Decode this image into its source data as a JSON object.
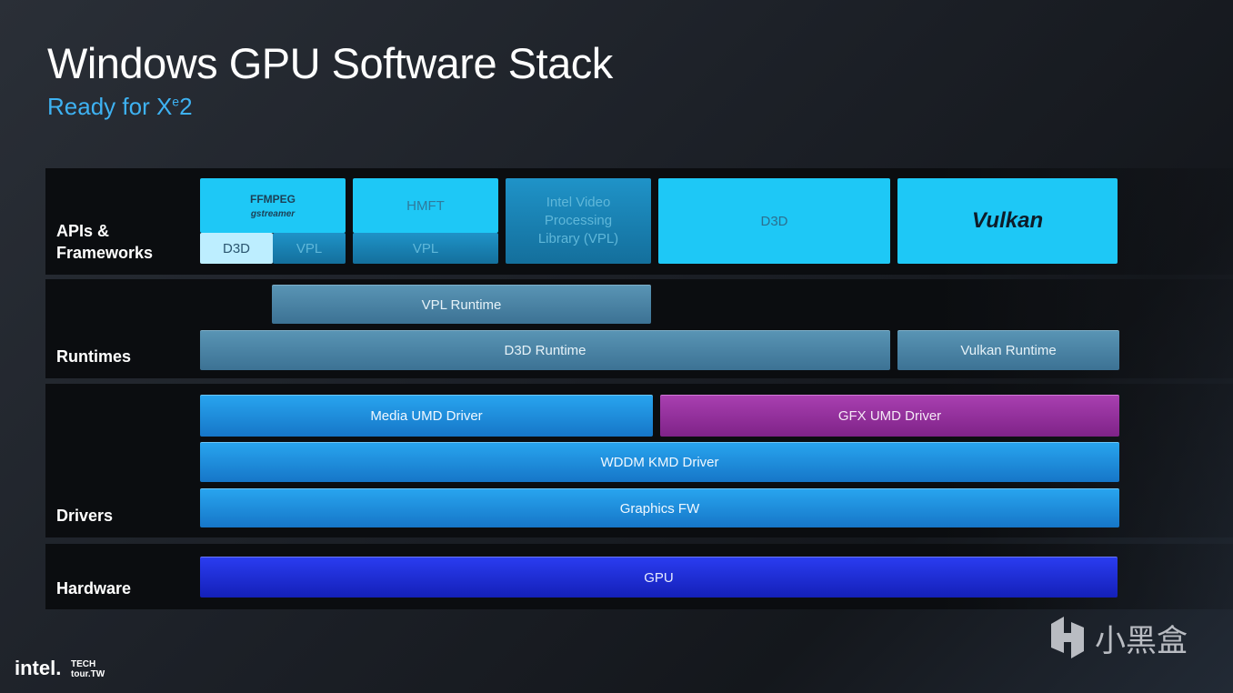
{
  "title": "Windows GPU Software Stack",
  "subtitle": "Ready for Xe2",
  "subtitle_parts": {
    "base": "Ready for X",
    "sup": "e",
    "tail": "2"
  },
  "rows": {
    "apis": "APIs & Frameworks",
    "runtimes": "Runtimes",
    "drivers": "Drivers",
    "hardware": "Hardware"
  },
  "apis": {
    "ffmpeg": "FFMPEG",
    "gstreamer": "gstreamer",
    "ff_d3d": "D3D",
    "ff_vpl": "VPL",
    "hmft": "HMFT",
    "hmft_vpl": "VPL",
    "intel_vpl": "Intel Video Processing Library (VPL)",
    "d3d": "D3D",
    "vulkan": "Vulkan"
  },
  "runtimes": {
    "vpl": "VPL Runtime",
    "d3d": "D3D Runtime",
    "vulkan": "Vulkan Runtime"
  },
  "drivers": {
    "media_umd": "Media UMD Driver",
    "gfx_umd": "GFX UMD Driver",
    "wddm": "WDDM KMD Driver",
    "fw": "Graphics FW"
  },
  "hardware": {
    "gpu": "GPU"
  },
  "footer": {
    "intel": "intel.",
    "techtour_line1": "TECH",
    "techtour_line2": "tour.TW",
    "watermark": "小黑盒"
  }
}
